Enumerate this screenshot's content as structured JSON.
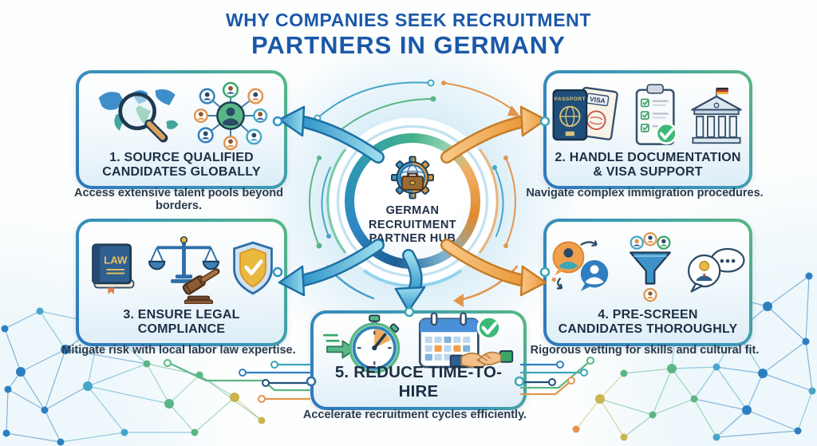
{
  "title": {
    "line1": "WHY COMPANIES SEEK RECRUITMENT",
    "line2": "PARTNERS IN GERMANY"
  },
  "hub": {
    "line1": "GERMAN",
    "line2": "RECRUITMENT",
    "line3": "PARTNER HUB",
    "icon": "gear-globe-briefcase-icon"
  },
  "boxes": [
    {
      "heading_lines": [
        "1. SOURCE QUALIFIED",
        "CANDIDATES GLOBALLY"
      ],
      "caption": "Access extensive talent pools beyond borders.",
      "icons": [
        "world-map-magnifier-icon",
        "candidate-network-icon"
      ]
    },
    {
      "heading_lines": [
        "2. HANDLE DOCUMENTATION",
        "& VISA SUPPORT"
      ],
      "caption": "Navigate complex immigration procedures.",
      "icons": [
        "passport-visa-icon",
        "checklist-icon",
        "government-building-icon"
      ]
    },
    {
      "heading_lines": [
        "3. ENSURE LEGAL",
        "COMPLIANCE"
      ],
      "caption": "Mitigate risk with local labor law expertise.",
      "icons": [
        "law-book-icon",
        "scales-gavel-icon",
        "shield-check-icon"
      ]
    },
    {
      "heading_lines": [
        "4. PRE-SCREEN",
        "CANDIDATES THOROUGHLY"
      ],
      "caption": "Rigorous vetting for skills and cultural fit.",
      "icons": [
        "candidate-review-icon",
        "screening-funnel-icon",
        "interview-chat-icon"
      ]
    },
    {
      "heading_lines": [
        "5. REDUCE TIME-TO-HIRE"
      ],
      "caption": "Accelerate recruitment cycles efficiently.",
      "icons": [
        "stopwatch-icon",
        "calendar-handshake-icon"
      ]
    }
  ],
  "icon_labels": {
    "passport": "PASSPORT",
    "visa": "VISA",
    "law": "LAW"
  },
  "colors": {
    "title_blue": "#1b58a8",
    "heading_navy": "#1e2f44",
    "caption_gray": "#2b3b4c",
    "border_blue": "#2e77bd",
    "border_green": "#57b87f",
    "arrow_teal": "#2f93c9",
    "arrow_orange": "#ea9838",
    "hub_ring_green": "#43b08a",
    "hub_ring_blue": "#1d5e95",
    "hub_ring_orange": "#e08a2e"
  }
}
